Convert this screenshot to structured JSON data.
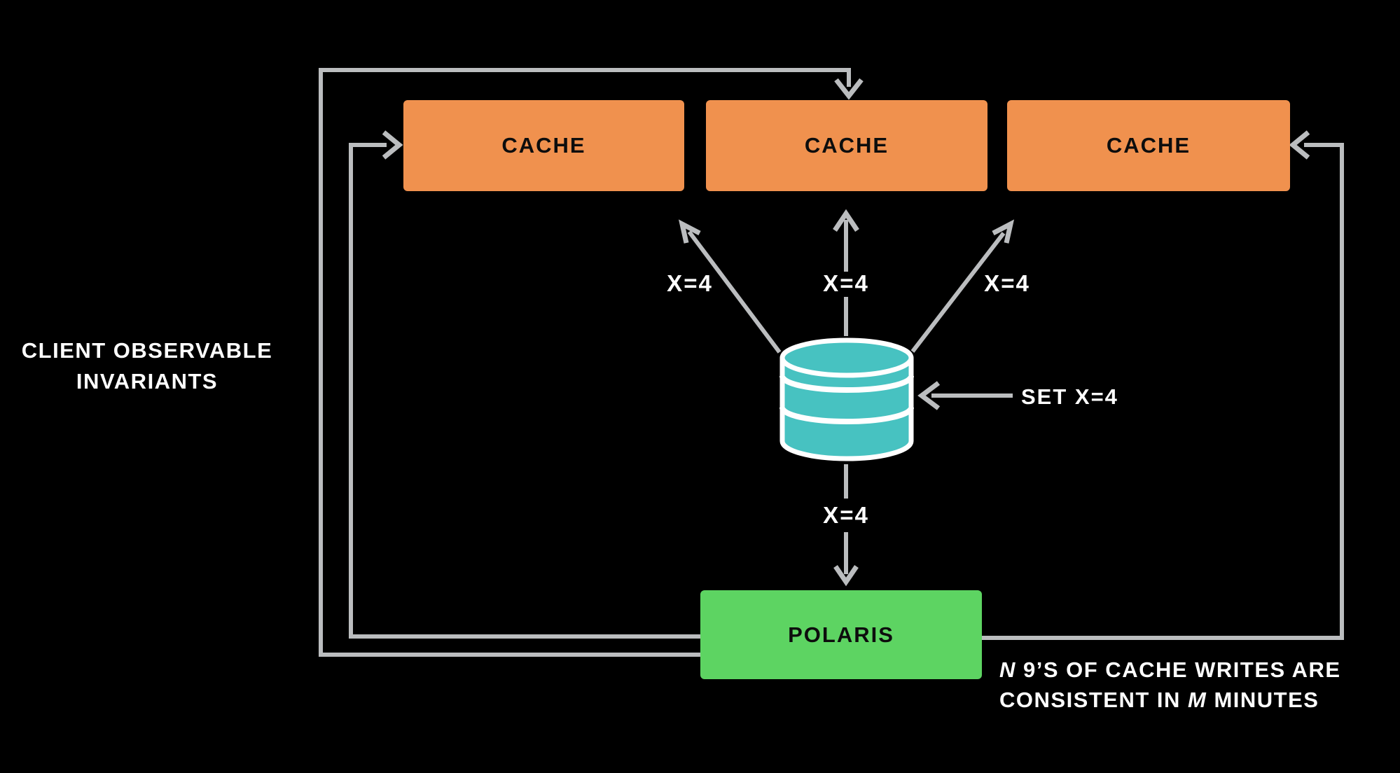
{
  "canvas": {
    "background": "#000000"
  },
  "colors": {
    "cache_box": "#F0914E",
    "polaris_box": "#5DD462",
    "database_fill": "#47C2C1",
    "connector": "#BBBDBF",
    "label_text": "#FFFFFF",
    "box_text": "#0D0D0D"
  },
  "icons": {
    "database": "database-cylinder-icon"
  },
  "left_caption": {
    "line1": "CLIENT OBSERVABLE",
    "line2": "INVARIANTS"
  },
  "cache_nodes": [
    {
      "label": "CACHE"
    },
    {
      "label": "CACHE"
    },
    {
      "label": "CACHE"
    }
  ],
  "polaris_node": {
    "label": "POLARIS"
  },
  "write_arrow": {
    "label": "SET X=4"
  },
  "replication_labels": {
    "to_cache_left": "X=4",
    "to_cache_middle": "X=4",
    "to_cache_right": "X=4",
    "to_polaris": "X=4"
  },
  "footnote": {
    "n_var": "N",
    "line1_rest": " 9’S OF CACHE WRITES ARE",
    "line2_pre": "CONSISTENT IN ",
    "m_var": "M",
    "line2_rest": " MINUTES"
  }
}
